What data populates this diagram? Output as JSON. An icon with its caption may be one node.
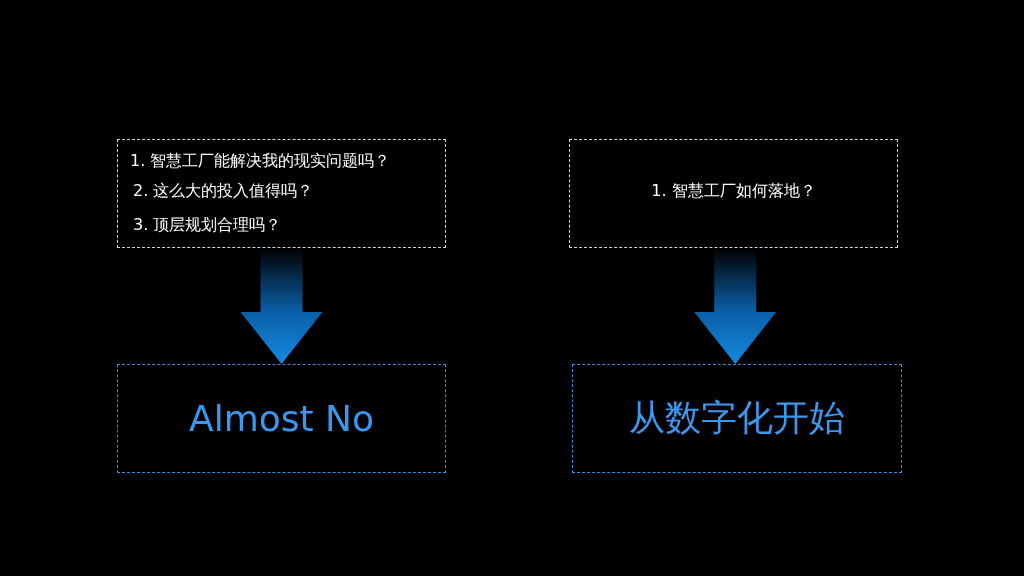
{
  "diagram": {
    "nodes": [
      {
        "text": [
          "1. 智慧工厂能解决我的现实问题吗？",
          "2. 这么大的投入值得吗？",
          "3. 顶层规划合理吗？"
        ]
      },
      {
        "text": [
          "1. 智慧工厂如何落地？"
        ]
      },
      {
        "text": [
          "Almost No"
        ]
      },
      {
        "text": [
          "从数字化开始"
        ]
      }
    ],
    "edges": [
      {
        "from": 0,
        "to": 2,
        "arrow": "to"
      },
      {
        "from": 1,
        "to": 3,
        "arrow": "to"
      }
    ]
  }
}
